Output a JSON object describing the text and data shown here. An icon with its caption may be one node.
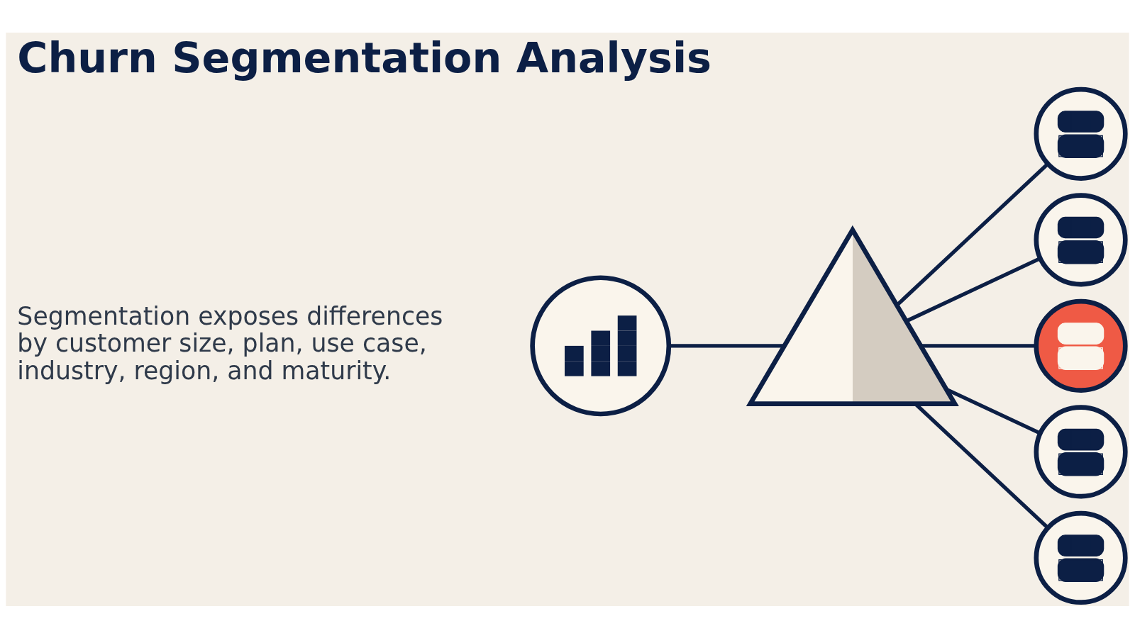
{
  "diagram": {
    "title": "Churn Segmentation Analysis",
    "nodes": [
      {
        "text": [],
        "shape": "chart"
      },
      {
        "text": [],
        "shape": "triangle"
      },
      {
        "text": [],
        "shape": "person"
      },
      {
        "text": [],
        "shape": "person"
      },
      {
        "text": [],
        "shape": "person"
      },
      {
        "text": [],
        "shape": "person"
      },
      {
        "text": [],
        "shape": "person"
      }
    ],
    "edges": [
      {
        "from": 0,
        "to": 1,
        "arrow": "none"
      },
      {
        "from": 1,
        "to": 2,
        "arrow": "none"
      },
      {
        "from": 1,
        "to": 3,
        "arrow": "none"
      },
      {
        "from": 1,
        "to": 4,
        "arrow": "none"
      },
      {
        "from": 1,
        "to": 5,
        "arrow": "none"
      },
      {
        "from": 1,
        "to": 6,
        "arrow": "none"
      }
    ],
    "labels": [
      "Segmentation exposes differences by customer size, plan, use case, industry, region, and maturity."
    ]
  }
}
